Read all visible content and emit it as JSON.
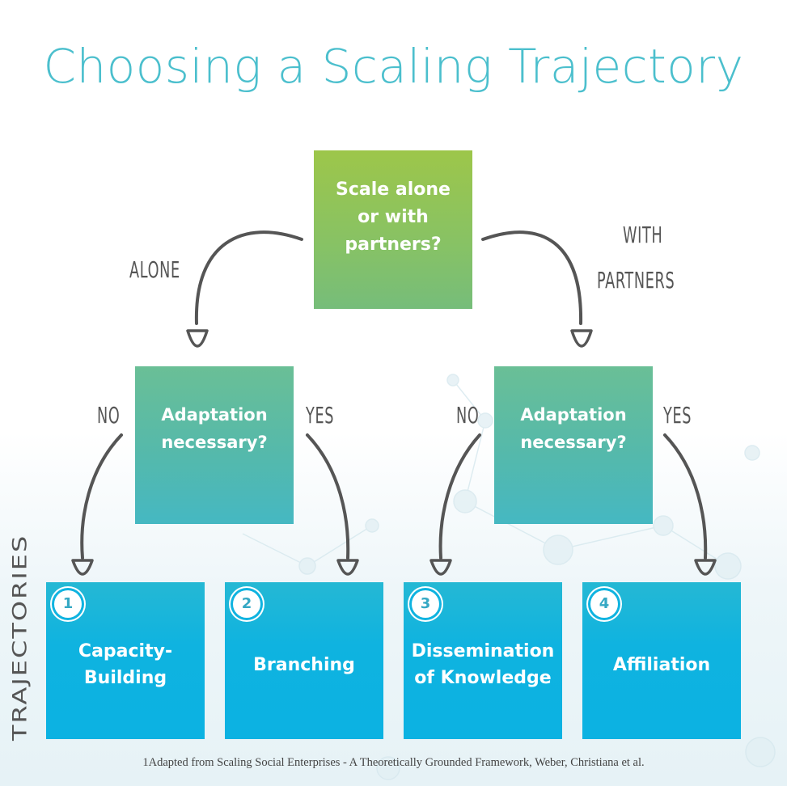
{
  "title": "Choosing a Scaling Trajectory",
  "root_question": {
    "lines": [
      "Scale alone",
      "or with",
      "partners?"
    ]
  },
  "branch_labels": {
    "alone": "ALONE",
    "with_partners_line1": "WITH",
    "with_partners_line2": "PARTNERS"
  },
  "sub_questions": [
    {
      "lines": [
        "Adaptation",
        "necessary?"
      ],
      "no_label": "NO",
      "yes_label": "YES"
    },
    {
      "lines": [
        "Adaptation",
        "necessary?"
      ],
      "no_label": "NO",
      "yes_label": "YES"
    }
  ],
  "trajectories_label": "TRAJECTORIES",
  "trajectories": [
    {
      "number": "1",
      "lines": [
        "Capacity-",
        "Building"
      ]
    },
    {
      "number": "2",
      "lines": [
        "Branching"
      ]
    },
    {
      "number": "3",
      "lines": [
        "Dissemination",
        "of Knowledge"
      ]
    },
    {
      "number": "4",
      "lines": [
        "Affiliation"
      ]
    }
  ],
  "footnote": "1Adapted from Scaling Social Enterprises - A Theoretically Grounded Framework, Weber, Christiana et al.",
  "colors": {
    "title": "#4bbfcd",
    "root_box": "#8cc45c",
    "question_box": "#55b9ab",
    "trajectory_box": "#0fb3e0",
    "arrow": "#555555"
  }
}
